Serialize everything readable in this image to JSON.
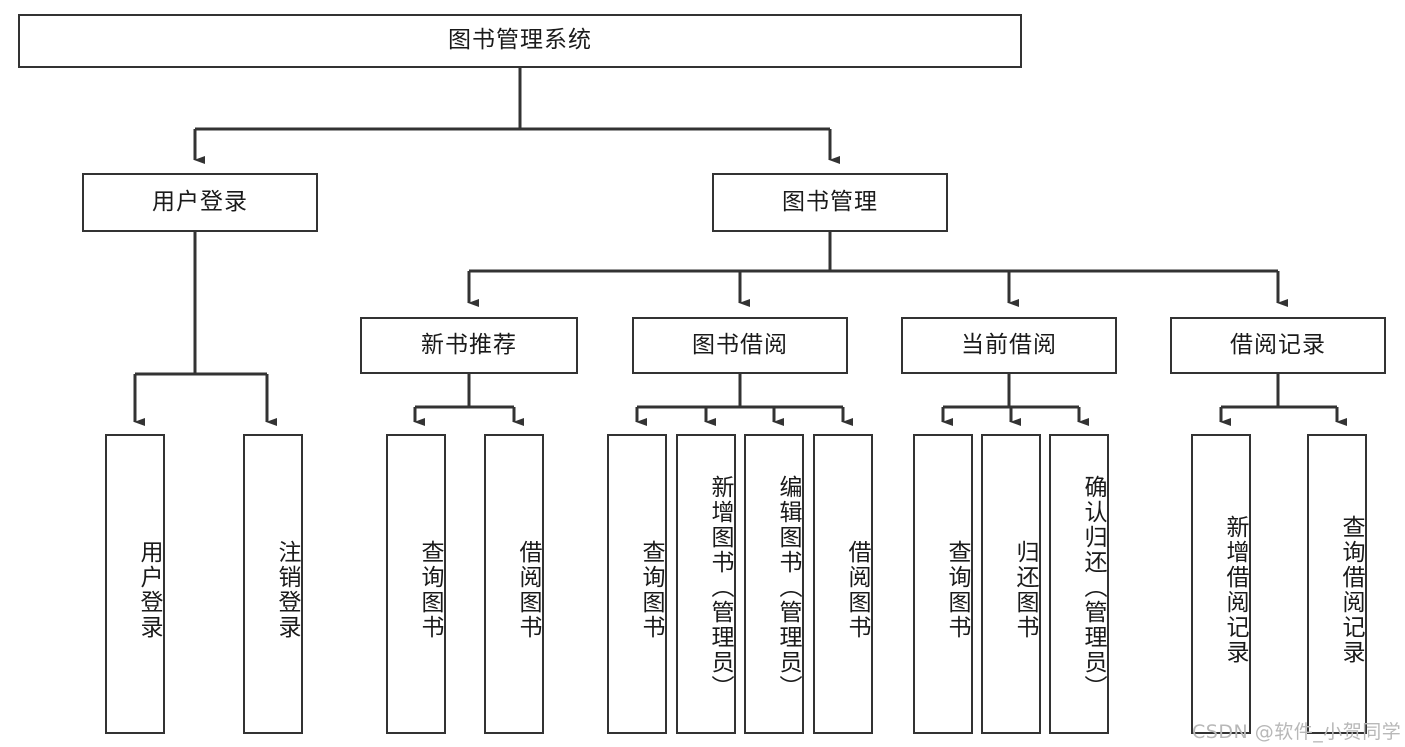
{
  "diagram": {
    "title": "图书管理系统",
    "watermark": "CSDN @软件_小贺同学",
    "root": {
      "label": "图书管理系统"
    },
    "level2": [
      {
        "label": "用户登录"
      },
      {
        "label": "图书管理"
      }
    ],
    "level3": [
      {
        "label": "新书推荐"
      },
      {
        "label": "图书借阅"
      },
      {
        "label": "当前借阅"
      },
      {
        "label": "借阅记录"
      }
    ],
    "leaves": {
      "user_login": [
        {
          "label": "用户登录"
        },
        {
          "label": "注销登录"
        }
      ],
      "new_book": [
        {
          "label": "查询图书"
        },
        {
          "label": "借阅图书"
        }
      ],
      "book_borrow": [
        {
          "label": "查询图书"
        },
        {
          "label": "新增图书（管理员）"
        },
        {
          "label": "编辑图书（管理员）"
        },
        {
          "label": "借阅图书"
        }
      ],
      "current_borrow": [
        {
          "label": "查询图书"
        },
        {
          "label": "归还图书"
        },
        {
          "label": "确认归还（管理员）"
        }
      ],
      "borrow_record": [
        {
          "label": "新增借阅记录"
        },
        {
          "label": "查询借阅记录"
        }
      ]
    },
    "colors": {
      "stroke": "#333333",
      "fill": "#ffffff",
      "text": "#1a1a1a",
      "watermark": "#b8b8b8"
    }
  }
}
